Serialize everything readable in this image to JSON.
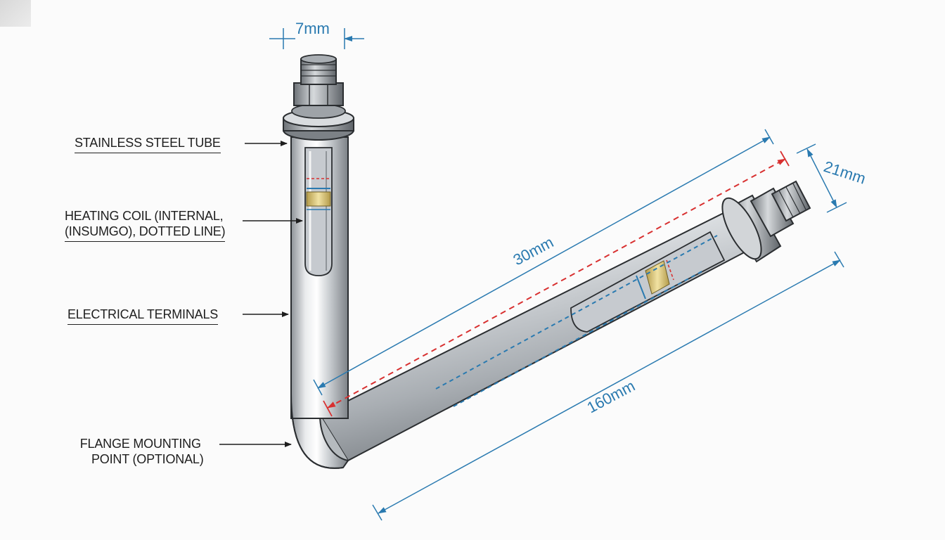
{
  "callouts": {
    "stainless_tube": "STAINLESS STEEL TUBE",
    "heating_coil_line1": "HEATING COIL (INTERNAL,",
    "heating_coil_line2": "(INSUMGO), DOTTED LINE)",
    "electrical_terminals": "ELECTRICAL TERMINALS",
    "flange_line1": "FLANGE MOUNTING",
    "flange_line2": "POINT (OPTIONAL)"
  },
  "dimensions": {
    "top_width": "7mm",
    "diameter": "21mm",
    "inner_length": "30mm",
    "overall_length": "160mm"
  },
  "colors": {
    "dimension_blue": "#2a7ab0",
    "dimension_red": "#d83030",
    "steel": "#bfc3c7",
    "brass": "#d8c27a"
  }
}
